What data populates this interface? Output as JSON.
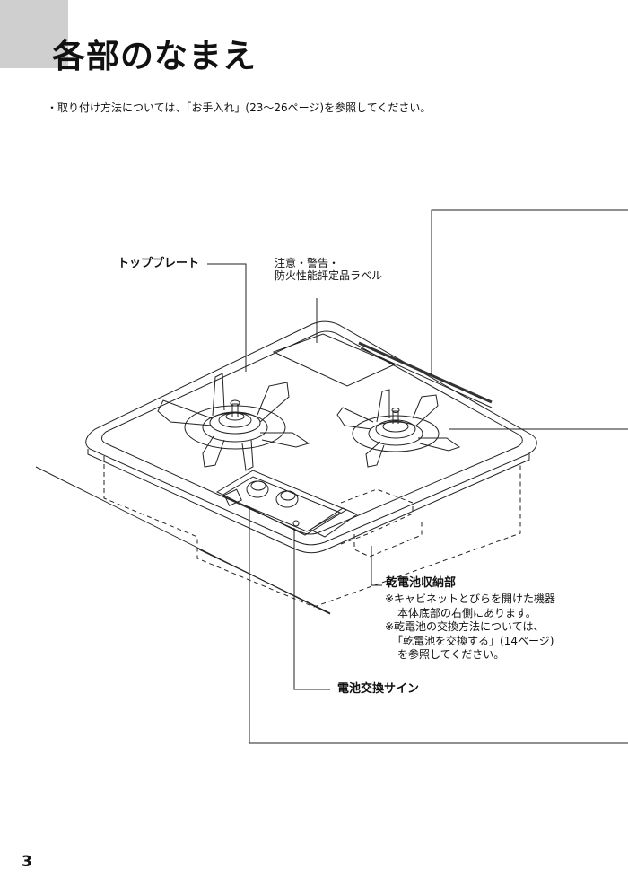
{
  "header": {
    "title": "各部のなまえ"
  },
  "intro": "・取り付け方法については、「お手入れ」(23～26ページ)を参照してください。",
  "labels": {
    "top_plate": "トッププレート",
    "caution_label_line1": "注意・警告・",
    "caution_label_line2": "防火性能評定品ラベル",
    "battery_compartment": "乾電池収納部",
    "battery_sign": "電池交換サイン"
  },
  "battery_note": {
    "line1": "※キャビネットとびらを開けた機器",
    "line2": "本体底部の右側にあります。",
    "line3": "※乾電池の交換方法については、",
    "line4": "「乾電池を交換する」(14ページ)",
    "line5": "を参照してください。"
  },
  "page_number": "3"
}
